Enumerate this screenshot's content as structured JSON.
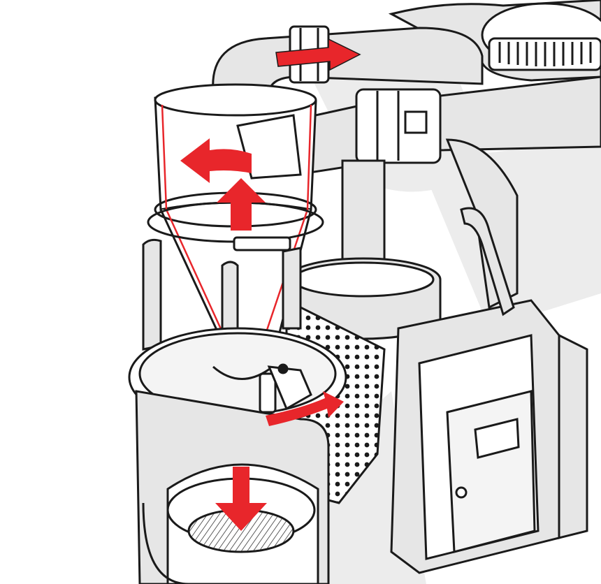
{
  "diagram": {
    "style": "line-illustration",
    "palette": {
      "outline": "#1a1a1a",
      "fill_light": "#e6e6e6",
      "fill_white": "#ffffff",
      "arrow_red": "#e8262b"
    },
    "components": [
      {
        "name": "blower-motor",
        "icon": "blower-icon"
      },
      {
        "name": "inlet-elbow",
        "icon": "pipe-elbow-icon"
      },
      {
        "name": "cyclone-separator",
        "icon": "cyclone-icon"
      },
      {
        "name": "filter-housing",
        "icon": "filter-icon"
      },
      {
        "name": "control-cabinet",
        "icon": "cabinet-icon"
      },
      {
        "name": "collection-drum",
        "icon": "drum-icon"
      }
    ],
    "flow_arrows": [
      {
        "name": "flow-arrow-into-elbow",
        "direction": "right"
      },
      {
        "name": "flow-arrow-swirl",
        "direction": "left"
      },
      {
        "name": "flow-arrow-up",
        "direction": "up"
      },
      {
        "name": "flow-arrow-dump",
        "direction": "right"
      },
      {
        "name": "flow-arrow-down",
        "direction": "down"
      }
    ]
  }
}
